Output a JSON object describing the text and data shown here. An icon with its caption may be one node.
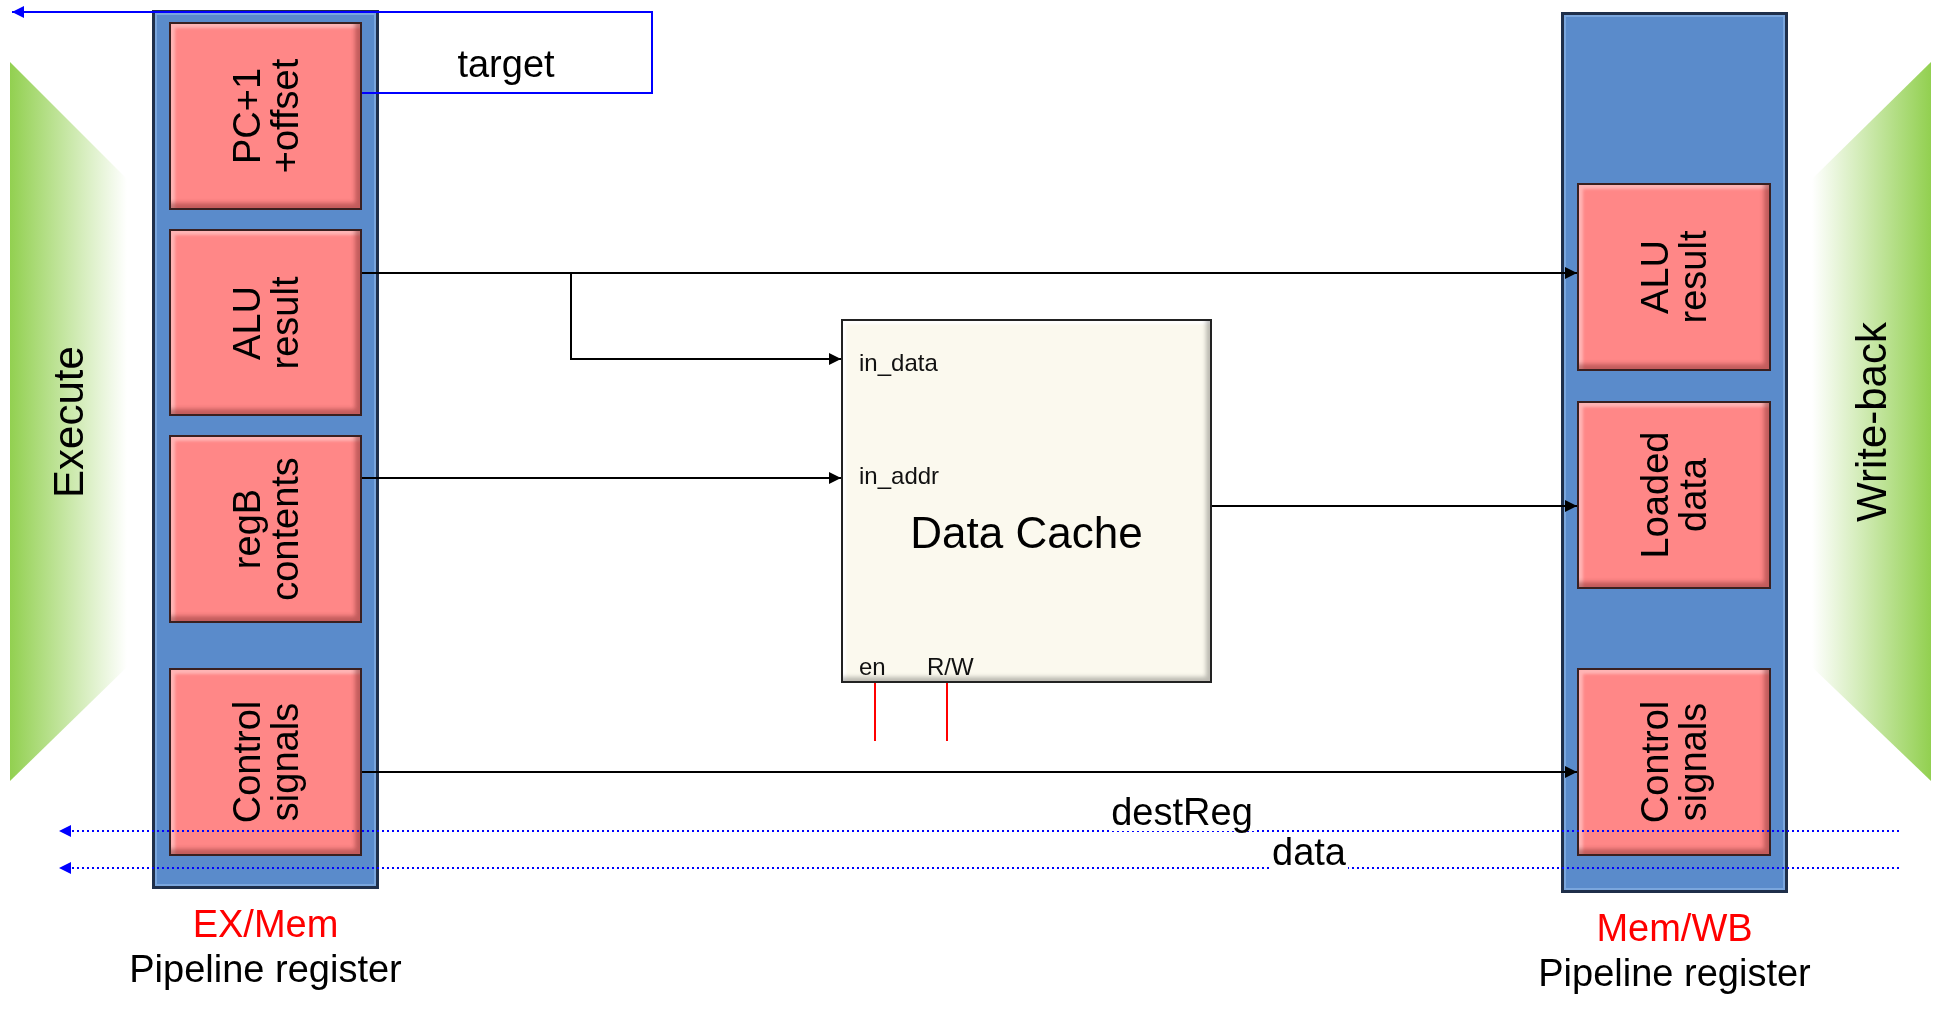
{
  "diagram": {
    "nodes": [
      {
        "text": [
          "Execute"
        ]
      },
      {
        "text": [
          "EX/Mem",
          "Pipeline register"
        ]
      },
      {
        "text": [
          "PC+1 +offset"
        ],
        "in": 1
      },
      {
        "text": [
          "ALU result"
        ],
        "in": 1
      },
      {
        "text": [
          "regB contents"
        ],
        "in": 1
      },
      {
        "text": [
          "Control signals"
        ],
        "in": 1
      },
      {
        "text": [
          "in_data",
          "in_addr",
          "Data Cache",
          "en",
          "R/W"
        ]
      },
      {
        "text": [
          "Mem/WB",
          "Pipeline register"
        ]
      },
      {
        "text": [
          "ALU result"
        ],
        "in": 7
      },
      {
        "text": [
          "Loaded data"
        ],
        "in": 7
      },
      {
        "text": [
          "Control signals"
        ],
        "in": 7
      },
      {
        "text": [
          "Write-back"
        ]
      }
    ],
    "edges": [
      {
        "from": 2,
        "to": null,
        "arrow": "to",
        "label": "target",
        "color": "#0000ff"
      },
      {
        "from": 3,
        "to": 8,
        "arrow": "to"
      },
      {
        "from": 3,
        "to": 6,
        "arrow": "to"
      },
      {
        "from": 4,
        "to": 6,
        "arrow": "to"
      },
      {
        "from": 6,
        "to": 9,
        "arrow": "to"
      },
      {
        "from": 5,
        "to": 10,
        "arrow": "to"
      },
      {
        "from": 7,
        "to": null,
        "arrow": "to",
        "label": "destReg",
        "style": "dashed",
        "color": "#0000ff"
      },
      {
        "from": 7,
        "to": null,
        "arrow": "to",
        "label": "data",
        "style": "dashed",
        "color": "#0000ff"
      },
      {
        "from": 6,
        "to": null,
        "arrow": "none",
        "color": "#ff0000"
      },
      {
        "from": 6,
        "to": null,
        "arrow": "none",
        "color": "#ff0000"
      }
    ]
  }
}
